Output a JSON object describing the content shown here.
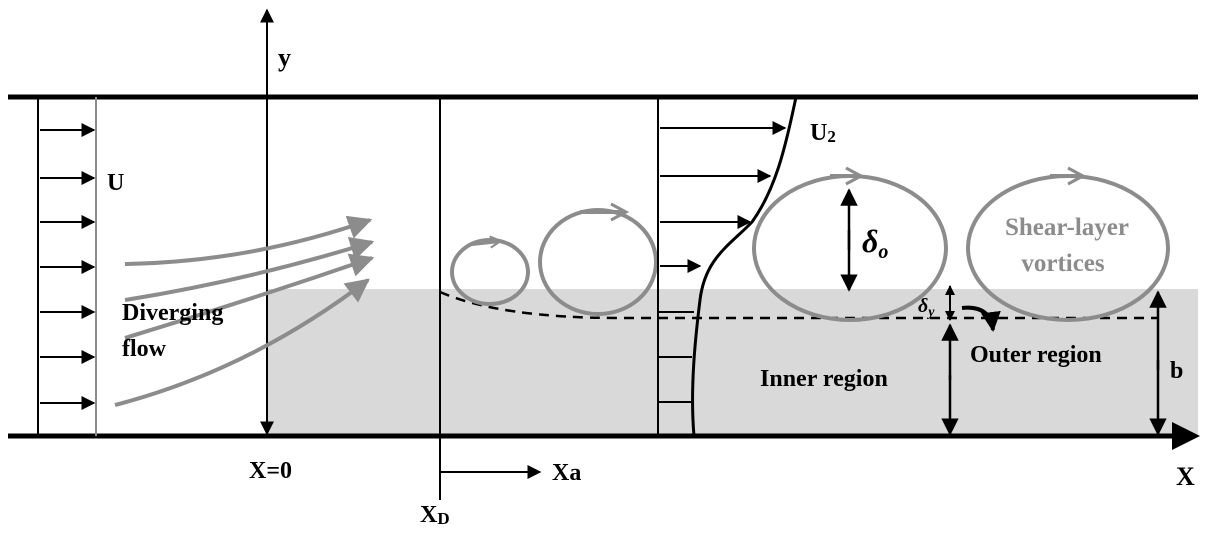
{
  "labels": {
    "y_axis": "y",
    "x_axis": "X",
    "inflow_velocity": "U",
    "velocity_u2": "U",
    "velocity_u2_sub": "2",
    "diverging_flow_line1": "Diverging",
    "diverging_flow_line2": "flow",
    "delta_o": "δ",
    "delta_o_sub": "o",
    "delta_y": "δ",
    "delta_y_sub": "y",
    "shear_layer_line1": "Shear-layer",
    "shear_layer_line2": "vortices",
    "outer_region": "Outer region",
    "inner_region": "Inner region",
    "b_height": "b",
    "x_zero": "X=0",
    "xa_axis": "Xa",
    "xd_main": "X",
    "xd_sub": "D"
  },
  "colors": {
    "line": "#000000",
    "vortex": "#8c8c8c",
    "shaded_region": "#d9d9d9"
  }
}
